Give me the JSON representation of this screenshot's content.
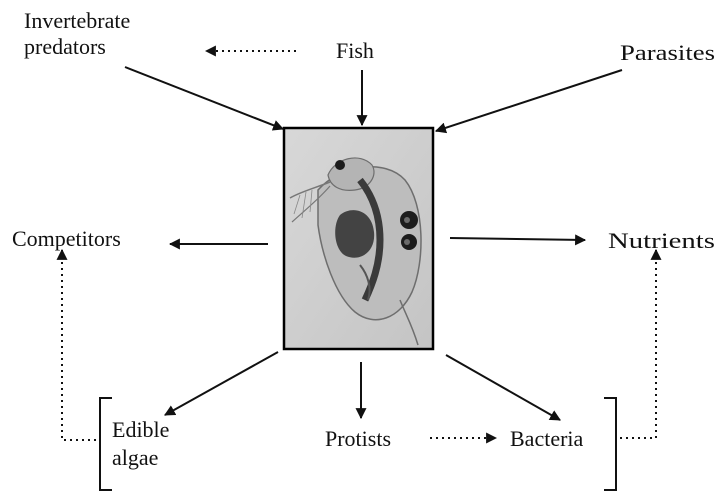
{
  "nodes": {
    "invertebrate_predators": [
      "Invertebrate",
      "predators"
    ],
    "fish": "Fish",
    "parasites": "Parasites",
    "competitors": "Competitors",
    "nutrients": "Nutrients",
    "edible_algae": [
      "Edible",
      "algae"
    ],
    "protists": "Protists",
    "bacteria": "Bacteria"
  },
  "center_image": {
    "subject": "zooplankton (Daphnia) micrograph",
    "icon": "daphnia-image"
  },
  "edges": [
    {
      "from": "invertebrate_predators",
      "to": "center",
      "style": "solid"
    },
    {
      "from": "fish",
      "to": "center",
      "style": "solid"
    },
    {
      "from": "parasites",
      "to": "center",
      "style": "solid"
    },
    {
      "from": "fish",
      "to": "invertebrate_predators",
      "style": "dotted"
    },
    {
      "from": "center",
      "to": "competitors",
      "style": "solid"
    },
    {
      "from": "center",
      "to": "nutrients",
      "style": "solid"
    },
    {
      "from": "center",
      "to": "edible_algae",
      "style": "solid"
    },
    {
      "from": "center",
      "to": "protists",
      "style": "solid"
    },
    {
      "from": "center",
      "to": "bacteria",
      "style": "solid"
    },
    {
      "from": "protists",
      "to": "bacteria",
      "style": "dotted"
    },
    {
      "from": "edible_algae",
      "to": "competitors",
      "style": "dotted"
    },
    {
      "from": "bacteria",
      "to": "nutrients",
      "style": "dotted"
    }
  ],
  "colors": {
    "ink": "#111111",
    "image_border": "#000000",
    "image_bg": "#cfcfcf",
    "specimen": "#8a8a8a",
    "specimen_dark": "#1c1c1c"
  }
}
